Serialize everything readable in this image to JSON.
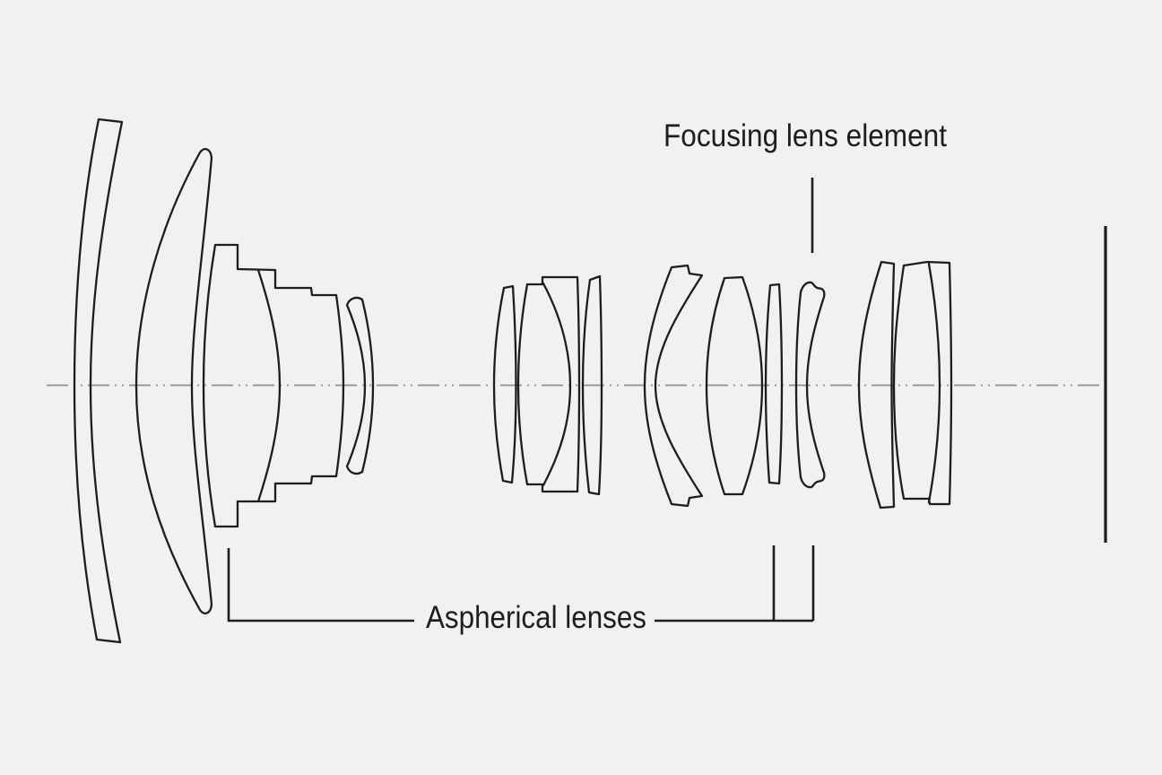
{
  "labels": {
    "focusing_lens_element": "Focusing lens element",
    "aspherical_lenses": "Aspherical lenses"
  },
  "colors": {
    "background": "#f1f1f1",
    "line": "#1d1d1b",
    "optical_axis": "#8f8f8f"
  },
  "diagram": {
    "type": "lens-cross-section",
    "optical_axis": "horizontal dash-dot center line",
    "lens_elements": [
      {
        "index": 1,
        "group": "front",
        "shape": "large thin meniscus, convex left"
      },
      {
        "index": 2,
        "group": "front",
        "shape": "deep crescent meniscus"
      },
      {
        "index": 3,
        "group": "front",
        "shape": "biconvex element with stepped mounting flanges"
      },
      {
        "index": 4,
        "group": "front",
        "shape": "cemented meniscus with stepped cap"
      },
      {
        "index": 5,
        "group": "front",
        "shape": "thin crescent, convex right"
      },
      {
        "index": 6,
        "group": "middle-1",
        "shape": "slim biconvex"
      },
      {
        "index": 7,
        "group": "middle-1",
        "shape": "biconvex"
      },
      {
        "index": 8,
        "group": "middle-1",
        "shape": "cemented flat-sided block"
      },
      {
        "index": 9,
        "group": "middle-1",
        "shape": "thin meniscus"
      },
      {
        "index": 10,
        "group": "middle-2",
        "shape": "thin deep crescent"
      },
      {
        "index": 11,
        "group": "middle-2",
        "shape": "biconvex"
      },
      {
        "index": 12,
        "group": "middle-2",
        "shape": "thin near-flat plate, aspherical"
      },
      {
        "index": 13,
        "group": "middle-2",
        "shape": "wavy-edged aspherical focusing element"
      },
      {
        "index": 14,
        "group": "rear",
        "shape": "meniscus, convex left"
      },
      {
        "index": 15,
        "group": "rear",
        "shape": "biconvex"
      },
      {
        "index": 16,
        "group": "rear",
        "shape": "cemented flat plate"
      }
    ],
    "image_plane": "vertical line at far right"
  }
}
